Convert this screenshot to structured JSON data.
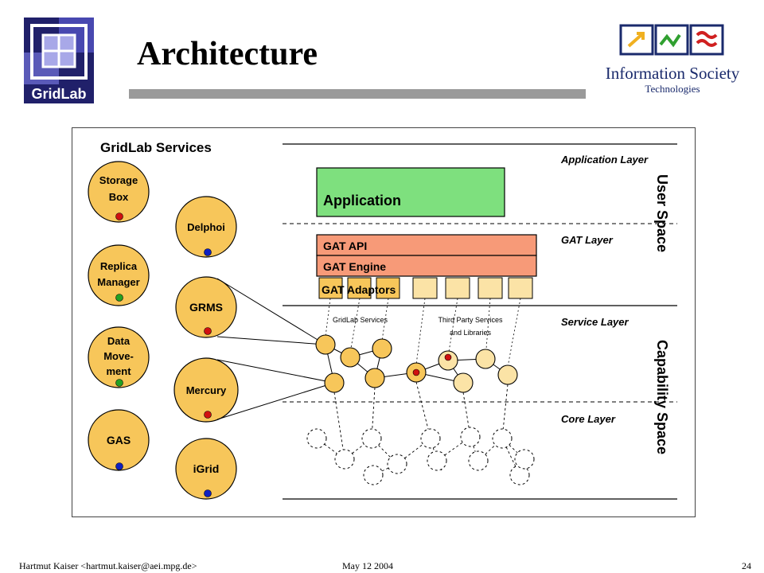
{
  "slide": {
    "title": "Architecture"
  },
  "logos": {
    "gridlab_text": "GridLab",
    "ist_line1": "Information Society",
    "ist_line2": "Technologies"
  },
  "diagram": {
    "services_title": "GridLab Services",
    "services": [
      {
        "label_lines": [
          "Storage",
          "Box"
        ],
        "dot_color": "#d01010"
      },
      {
        "label_lines": [
          "Replica",
          "Manager"
        ],
        "dot_color": "#22a022"
      },
      {
        "label_lines": [
          "Data",
          "Move-",
          "ment"
        ],
        "dot_color": "#22a022"
      },
      {
        "label_lines": [
          "GAS"
        ],
        "dot_color": "#1020c0"
      },
      {
        "label_lines": [
          "Delphoi"
        ],
        "dot_color": "#1020c0"
      },
      {
        "label_lines": [
          "GRMS"
        ],
        "dot_color": "#d01010"
      },
      {
        "label_lines": [
          "Mercury"
        ],
        "dot_color": "#d01010"
      },
      {
        "label_lines": [
          "iGrid"
        ],
        "dot_color": "#1020c0"
      }
    ],
    "layers": {
      "application": "Application Layer",
      "gat": "GAT Layer",
      "service": "Service Layer",
      "core": "Core Layer"
    },
    "spaces": {
      "user": "User Space",
      "capability": "Capability Space"
    },
    "application_box": "Application",
    "gat_api": "GAT API",
    "gat_engine": "GAT Engine",
    "gat_adaptors": "GAT Adaptors",
    "gridlab_services_small": "GridLab Services",
    "third_party_line1": "Third Party Services",
    "third_party_line2": "and Libraries",
    "colors": {
      "service_fill": "#f7c65a",
      "application_fill": "#7ee07e",
      "gat_fill": "#f79a78",
      "adaptor_fill": "#f7c65a",
      "third_party_fill": "#fbe3a6"
    }
  },
  "footer": {
    "author": "Hartmut Kaiser <hartmut.kaiser@aei.mpg.de>",
    "date": "May 12 2004",
    "page": "24"
  }
}
